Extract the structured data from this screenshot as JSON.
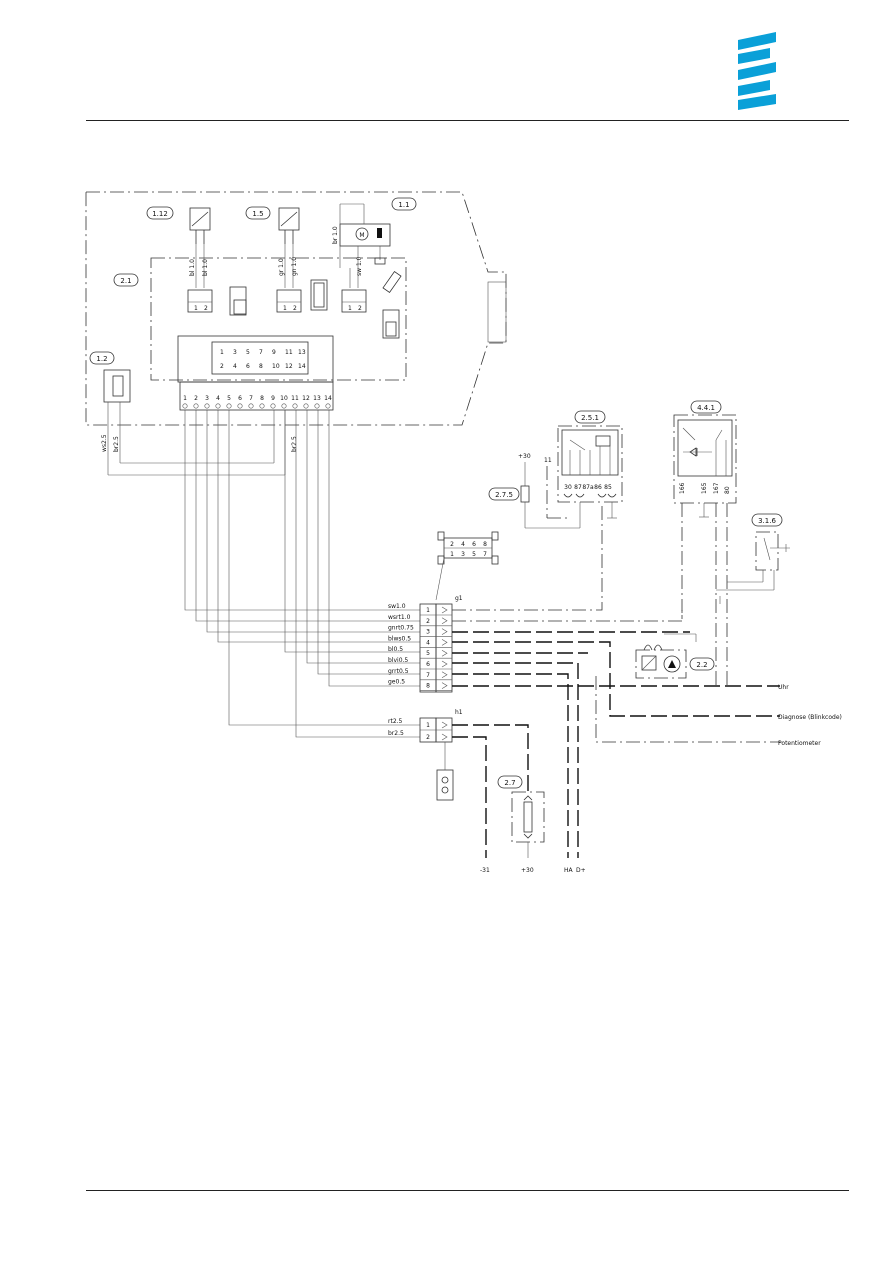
{
  "brand": {
    "logo_icon": "eberspaecher-logo-icon",
    "color": "#0aa0d8"
  },
  "component_labels": [
    "1.12",
    "1.5",
    "1.1",
    "2.1",
    "1.2",
    "2.5.1",
    "4.4.1",
    "2.7.5",
    "3.1.6",
    "2.2",
    "2.7"
  ],
  "wires_top": [
    "bl 1.0",
    "bl 1.0",
    "gr 1.0",
    "gn 1.0",
    "br 1.0",
    "sw 1.0"
  ],
  "wires_left": [
    "ws2.5",
    "br2.5",
    "br2.5"
  ],
  "connector_pin_labels": [
    "1",
    "2",
    "1",
    "2",
    "1",
    "2"
  ],
  "module_pins_top": [
    "1",
    "3",
    "5",
    "7",
    "9",
    "11",
    "13"
  ],
  "module_pins_bottom": [
    "2",
    "4",
    "6",
    "8",
    "10",
    "12",
    "14"
  ],
  "terminal_numbers": [
    "1",
    "2",
    "3",
    "4",
    "5",
    "6",
    "7",
    "8",
    "9",
    "10",
    "11",
    "12",
    "13",
    "14"
  ],
  "relay_terminals": [
    "30",
    "87",
    "87a",
    "86",
    "85"
  ],
  "switch_terminals": [
    "166",
    "165",
    "167",
    "80"
  ],
  "plug_grid_top": [
    "2",
    "4",
    "6",
    "8"
  ],
  "plug_grid_bottom": [
    "1",
    "3",
    "5",
    "7"
  ],
  "plug_g1": {
    "label": "g1",
    "wires": [
      "sw1.0",
      "wsrt1.0",
      "gnrt0.75",
      "blws0.5",
      "bl0.5",
      "blvi0.5",
      "grrt0.5",
      "ge0.5"
    ],
    "pins": [
      "1",
      "2",
      "3",
      "4",
      "5",
      "6",
      "7",
      "8"
    ]
  },
  "plug_h1": {
    "label": "h1",
    "wires": [
      "rt2.5",
      "br2.5"
    ],
    "pins": [
      "1",
      "2"
    ]
  },
  "supply_labels": {
    "plus30_top": "+30",
    "fuse_label": "11"
  },
  "right_labels": [
    "Uhr",
    "Diagnose (Blinkcode)",
    "Potentiometer"
  ],
  "bottom_labels": [
    "-31",
    "+30",
    "HA",
    "D+"
  ]
}
